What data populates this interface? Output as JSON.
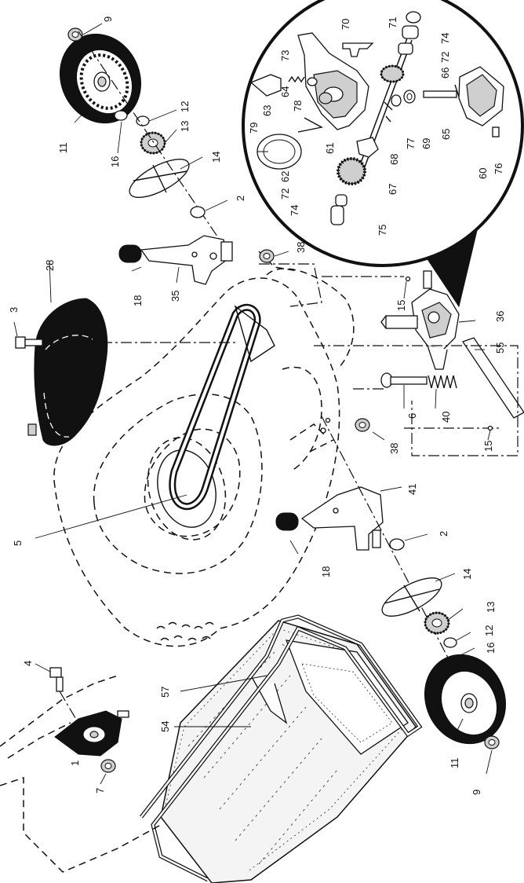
{
  "callouts": [
    {
      "id": "c9a",
      "text": "9"
    },
    {
      "id": "c11a",
      "text": "11"
    },
    {
      "id": "c16a",
      "text": "16"
    },
    {
      "id": "c12a",
      "text": "12"
    },
    {
      "id": "c13a",
      "text": "13"
    },
    {
      "id": "c14a",
      "text": "14"
    },
    {
      "id": "c2a",
      "text": "2"
    },
    {
      "id": "c18a",
      "text": "18"
    },
    {
      "id": "c35",
      "text": "35"
    },
    {
      "id": "c38a",
      "text": "38"
    },
    {
      "id": "c28",
      "text": "28"
    },
    {
      "id": "c3",
      "text": "3"
    },
    {
      "id": "c15a",
      "text": "15"
    },
    {
      "id": "c36",
      "text": "36"
    },
    {
      "id": "c55",
      "text": "55"
    },
    {
      "id": "c6",
      "text": "6"
    },
    {
      "id": "c40",
      "text": "40"
    },
    {
      "id": "c15b",
      "text": "15"
    },
    {
      "id": "c38b",
      "text": "38"
    },
    {
      "id": "c41",
      "text": "41"
    },
    {
      "id": "c5",
      "text": "5"
    },
    {
      "id": "c2b",
      "text": "2"
    },
    {
      "id": "c18b",
      "text": "18"
    },
    {
      "id": "c14b",
      "text": "14"
    },
    {
      "id": "c13b",
      "text": "13"
    },
    {
      "id": "c12b",
      "text": "12"
    },
    {
      "id": "c16b",
      "text": "16"
    },
    {
      "id": "c11b",
      "text": "11"
    },
    {
      "id": "c9b",
      "text": "9"
    },
    {
      "id": "c4",
      "text": "4"
    },
    {
      "id": "c57",
      "text": "57"
    },
    {
      "id": "c54",
      "text": "54"
    },
    {
      "id": "c1",
      "text": "1"
    },
    {
      "id": "c7",
      "text": "7"
    },
    {
      "id": "c70",
      "text": "70"
    },
    {
      "id": "c71",
      "text": "71"
    },
    {
      "id": "c74a",
      "text": "74"
    },
    {
      "id": "c72a",
      "text": "72"
    },
    {
      "id": "c66",
      "text": "66"
    },
    {
      "id": "c73",
      "text": "73"
    },
    {
      "id": "c64",
      "text": "64"
    },
    {
      "id": "c63",
      "text": "63"
    },
    {
      "id": "c78",
      "text": "78"
    },
    {
      "id": "c79",
      "text": "79"
    },
    {
      "id": "c61",
      "text": "61"
    },
    {
      "id": "c62",
      "text": "62"
    },
    {
      "id": "c72b",
      "text": "72"
    },
    {
      "id": "c74b",
      "text": "74"
    },
    {
      "id": "c75",
      "text": "75"
    },
    {
      "id": "c67",
      "text": "67"
    },
    {
      "id": "c68",
      "text": "68"
    },
    {
      "id": "c77",
      "text": "77"
    },
    {
      "id": "c69",
      "text": "69"
    },
    {
      "id": "c65",
      "text": "65"
    },
    {
      "id": "c60",
      "text": "60"
    },
    {
      "id": "c76",
      "text": "76"
    }
  ]
}
